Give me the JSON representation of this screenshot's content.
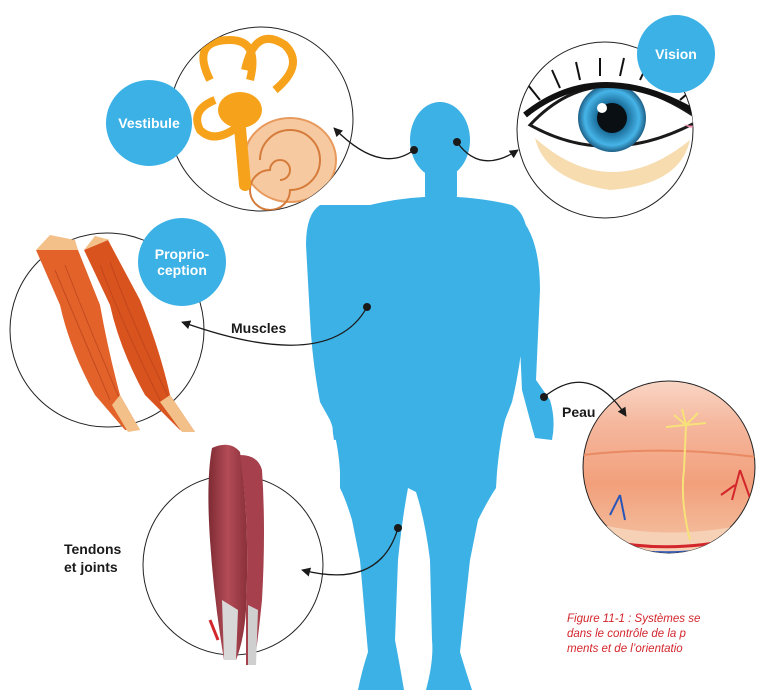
{
  "labels": {
    "vestibule": "Vestibule",
    "vision": "Vision",
    "proprioception": "Proprio-\nception",
    "muscles": "Muscles",
    "peau": "Peau",
    "tendons": "Tendons\net joints"
  },
  "caption": {
    "lead": "Figure 11-1 : ",
    "line1": "Systèmes se",
    "line2": "dans le contrôle de la p",
    "line3": "ments et de l’orientatio"
  },
  "colors": {
    "body": "#3cb1e6",
    "bubble": "#3cb1e6",
    "caption": "#d3262c",
    "ear": "#f7a21b",
    "muscle": "#e2622a",
    "skin": "#f2a07b"
  }
}
